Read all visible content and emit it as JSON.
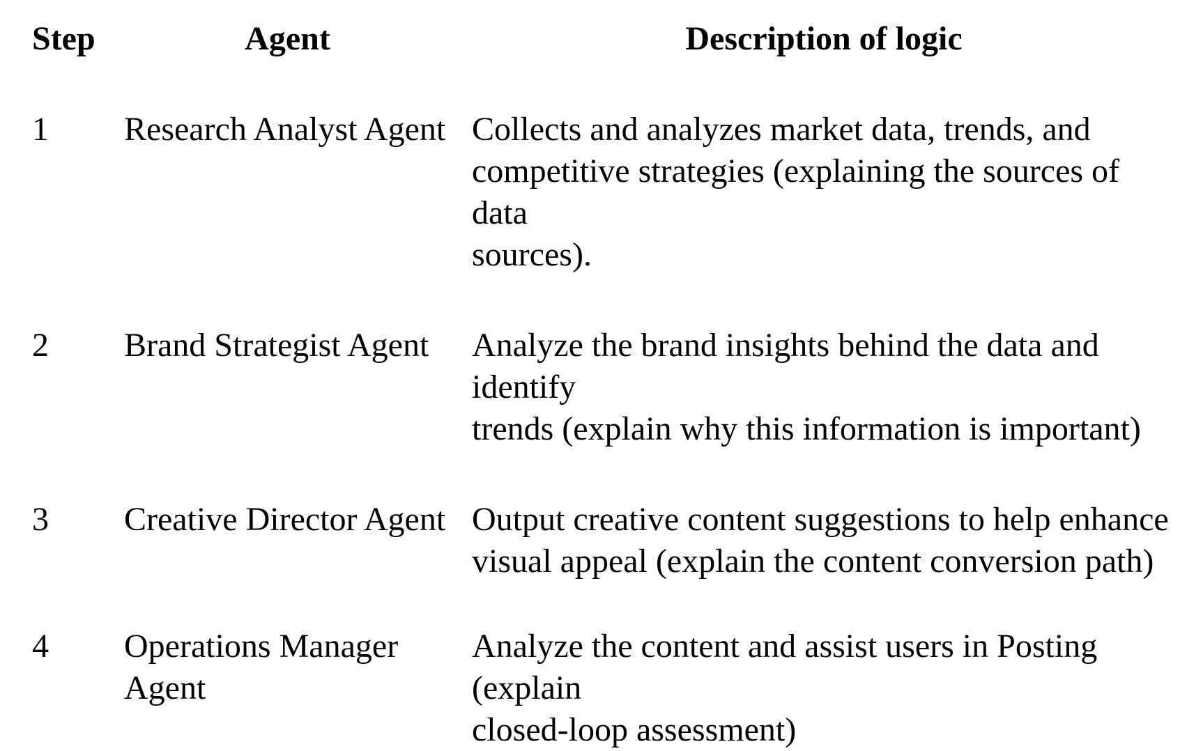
{
  "colors": {
    "background": "#ffffff",
    "text": "#000000"
  },
  "table": {
    "columns": [
      {
        "key": "step",
        "label": "Step"
      },
      {
        "key": "agent",
        "label": "Agent"
      },
      {
        "key": "description",
        "label": "Description of logic"
      }
    ],
    "rows": [
      {
        "step": "1",
        "agent": [
          "Research Analyst Agent"
        ],
        "description": [
          "Collects and analyzes market data, trends, and",
          "competitive strategies (explaining the sources of data",
          "sources)."
        ]
      },
      {
        "step": "2",
        "agent": [
          "Brand Strategist Agent"
        ],
        "description": [
          "Analyze the brand insights behind the data and identify",
          "trends (explain why this information is important)"
        ]
      },
      {
        "step": "3",
        "agent": [
          "Creative Director Agent"
        ],
        "description": [
          "Output creative content suggestions to help enhance",
          "visual appeal (explain the content conversion path)"
        ]
      },
      {
        "step": "4",
        "agent": [
          "Operations Manager",
          "Agent"
        ],
        "description": [
          "Analyze the content and assist users in Posting (explain",
          "closed-loop assessment)"
        ]
      }
    ]
  }
}
